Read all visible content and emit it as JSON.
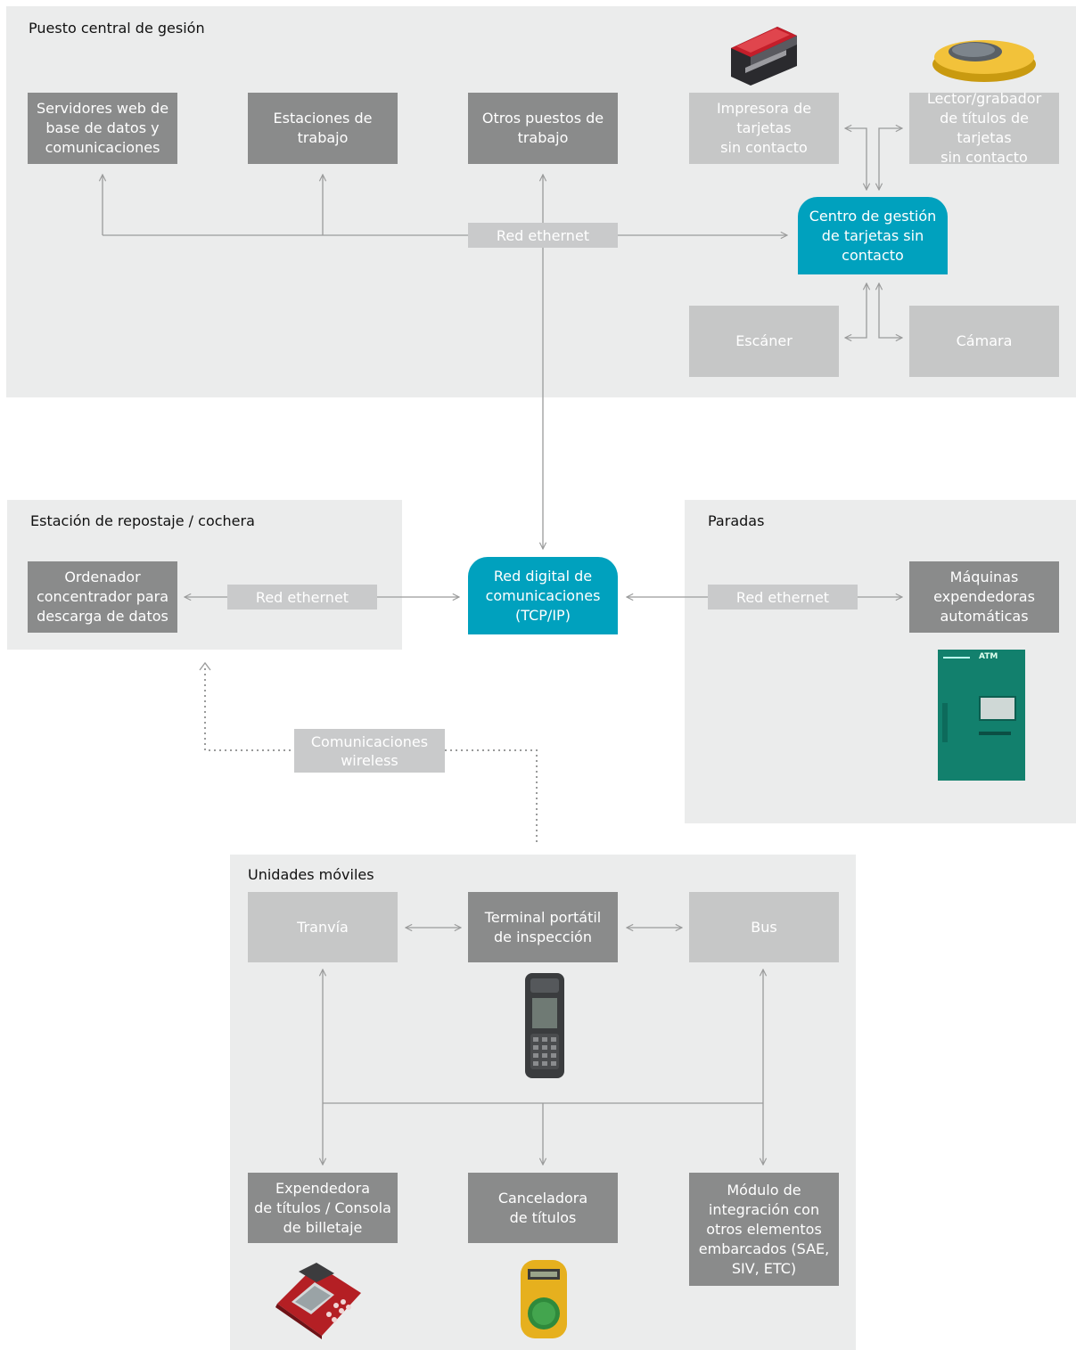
{
  "panels": {
    "central": "Puesto central de gesión",
    "station": "Estación de repostaje / cochera",
    "stops": "Paradas",
    "mobile": "Unidades móviles"
  },
  "central": {
    "servers": "Servidores web de\nbase de datos y\ncomunicaciones",
    "workstations": "Estaciones de\ntrabajo",
    "other_posts": "Otros puestos de\ntrabajo",
    "printer": "Impresora de\ntarjetas\nsin contacto",
    "reader": "Lector/grabador\nde títulos de tarjetas\nsin contacto",
    "network": "Red ethernet",
    "card_center": "Centro de gestión\nde tarjetas sin\ncontacto",
    "scanner": "Escáner",
    "camera": "Cámara"
  },
  "middle": {
    "digital_network": "Red digital de\ncomunicaciones\n(TCP/IP)",
    "station_pc": "Ordenador\nconcentrador para\ndescarga de  datos",
    "station_network": "Red ethernet",
    "stops_network": "Red ethernet",
    "vending": "Máquinas\nexpendedoras\nautomáticas",
    "atm_label": "ATM",
    "wireless": "Comunicaciones\nwireless"
  },
  "mobile": {
    "tram": "Tranvía",
    "inspection": "Terminal portátil\nde inspección",
    "bus": "Bus",
    "ticket_seller": "Expendedora\nde títulos / Consola\nde billetaje",
    "validator": "Canceladora\nde títulos",
    "integration": "Módulo de\nintegración con\notros elementos\nembarcados (SAE,\nSIV, ETC)"
  },
  "colors": {
    "panel": "#ebecec",
    "dark_box": "#8a8b8b",
    "light_box": "#c6c7c7",
    "teal": "#00a1be",
    "line": "#9a9b9b"
  }
}
